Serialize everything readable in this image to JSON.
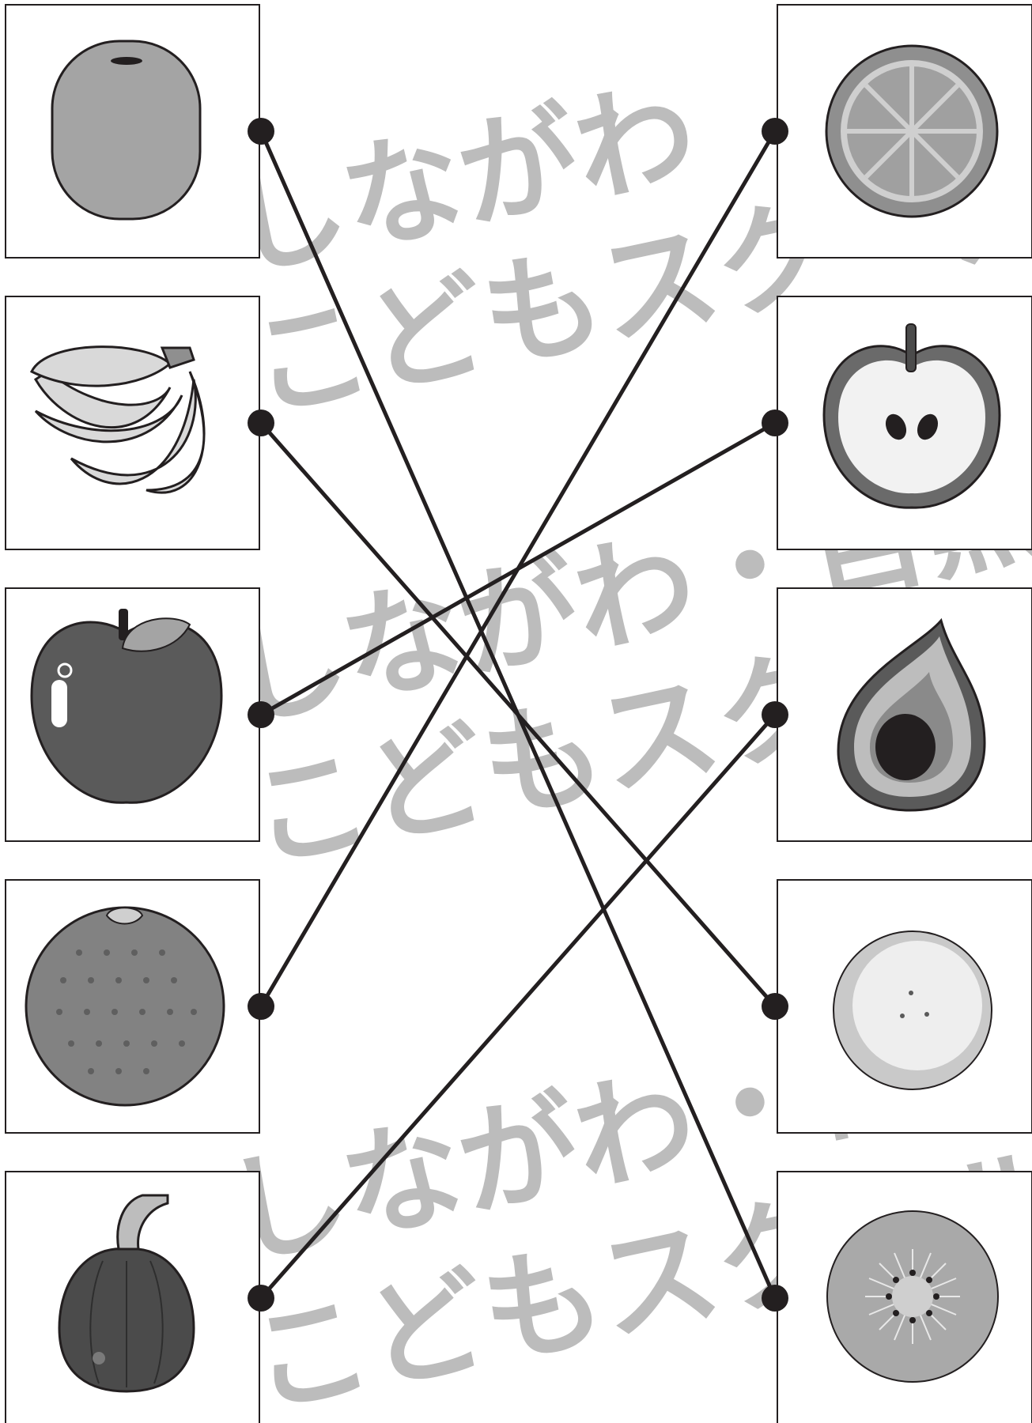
{
  "watermark": {
    "line1": "しながわ",
    "line2": "こどもスクール",
    "line3": "しながわ・目黒",
    "line4": "こどもスクール",
    "line5": "しながわ・目黒",
    "line6": "こどもスクール",
    "color": "#bcbcbc"
  },
  "left_items": [
    {
      "name": "kiwi-whole",
      "icon": "kiwi-icon"
    },
    {
      "name": "banana-bunch",
      "icon": "banana-icon"
    },
    {
      "name": "apple-whole",
      "icon": "apple-icon"
    },
    {
      "name": "orange-whole",
      "icon": "orange-icon"
    },
    {
      "name": "fig-whole",
      "icon": "fig-icon"
    }
  ],
  "right_items": [
    {
      "name": "orange-slice",
      "icon": "orange-slice-icon"
    },
    {
      "name": "apple-half",
      "icon": "apple-half-icon"
    },
    {
      "name": "fig-half",
      "icon": "fig-half-icon"
    },
    {
      "name": "banana-slice",
      "icon": "banana-slice-icon"
    },
    {
      "name": "kiwi-slice",
      "icon": "kiwi-slice-icon"
    }
  ],
  "connections": [
    {
      "from": 0,
      "to": 4
    },
    {
      "from": 1,
      "to": 3
    },
    {
      "from": 2,
      "to": 1
    },
    {
      "from": 3,
      "to": 0
    },
    {
      "from": 4,
      "to": 2
    }
  ],
  "colors": {
    "line": "#231f20",
    "dark": "#4b4b4b",
    "mid": "#8f8f8f",
    "light": "#d8d8d8"
  }
}
